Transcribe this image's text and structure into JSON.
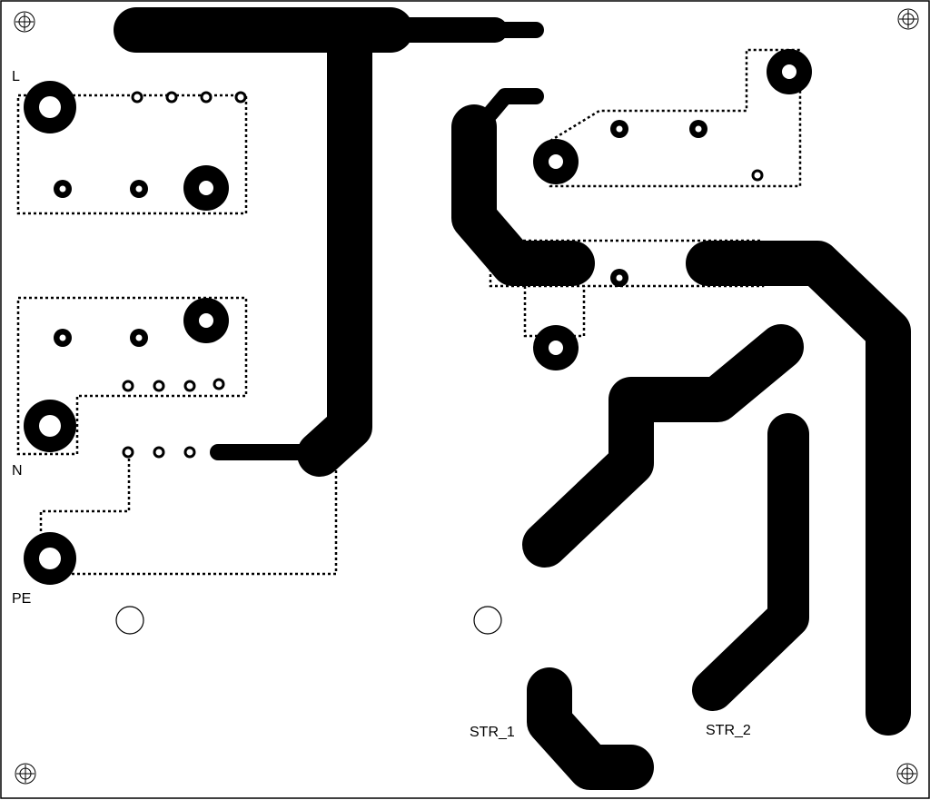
{
  "colors": {
    "copper": "#000000",
    "board": "#ffffff",
    "outline": "#000000"
  },
  "labels": {
    "l": "L",
    "n": "N",
    "pe": "PE",
    "str1": "STR_1",
    "str2": "STR_2"
  }
}
